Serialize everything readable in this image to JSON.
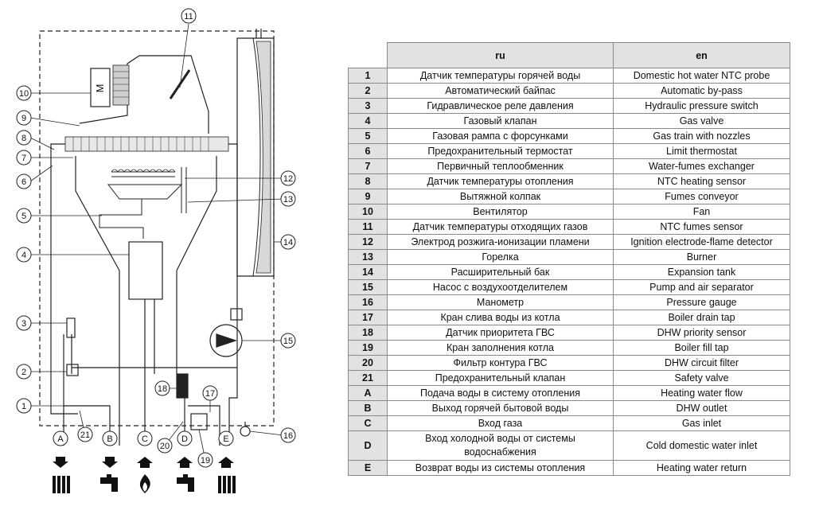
{
  "legend": {
    "headers": {
      "ru": "ru",
      "en": "en"
    },
    "rows": [
      {
        "key": "1",
        "ru": "Датчик температуры горячей воды",
        "en": "Domestic hot water NTC probe"
      },
      {
        "key": "2",
        "ru": "Автоматический байпас",
        "en": "Automatic by-pass"
      },
      {
        "key": "3",
        "ru": "Гидравлическое реле давления",
        "en": "Hydraulic pressure switch"
      },
      {
        "key": "4",
        "ru": "Газовый клапан",
        "en": "Gas valve"
      },
      {
        "key": "5",
        "ru": "Газовая рампа с форсунками",
        "en": "Gas train with nozzles"
      },
      {
        "key": "6",
        "ru": "Предохранительный термостат",
        "en": "Limit thermostat"
      },
      {
        "key": "7",
        "ru": "Первичный теплообменник",
        "en": "Water-fumes exchanger"
      },
      {
        "key": "8",
        "ru": "Датчик температуры отопления",
        "en": "NTC heating sensor"
      },
      {
        "key": "9",
        "ru": "Вытяжной колпак",
        "en": "Fumes conveyor"
      },
      {
        "key": "10",
        "ru": "Вентилятор",
        "en": "Fan"
      },
      {
        "key": "11",
        "ru": "Датчик температуры отходящих газов",
        "en": "NTC fumes sensor"
      },
      {
        "key": "12",
        "ru": "Электрод розжига-ионизации пламени",
        "en": "Ignition electrode-flame detector"
      },
      {
        "key": "13",
        "ru": "Горелка",
        "en": "Burner"
      },
      {
        "key": "14",
        "ru": "Расширительный бак",
        "en": "Expansion tank"
      },
      {
        "key": "15",
        "ru": "Насос с воздухоотделителем",
        "en": "Pump and air separator"
      },
      {
        "key": "16",
        "ru": "Манометр",
        "en": "Pressure gauge"
      },
      {
        "key": "17",
        "ru": "Кран слива воды из котла",
        "en": "Boiler drain tap"
      },
      {
        "key": "18",
        "ru": "Датчик приоритета ГВС",
        "en": "DHW priority sensor"
      },
      {
        "key": "19",
        "ru": "Кран заполнения котла",
        "en": "Boiler fill tap"
      },
      {
        "key": "20",
        "ru": "Фильтр контура ГВС",
        "en": "DHW circuit filter"
      },
      {
        "key": "21",
        "ru": "Предохранительный клапан",
        "en": "Safety valve"
      },
      {
        "key": "A",
        "ru": "Подача воды в систему отопления",
        "en": "Heating water flow"
      },
      {
        "key": "B",
        "ru": "Выход горячей бытовой воды",
        "en": "DHW outlet"
      },
      {
        "key": "C",
        "ru": "Вход газа",
        "en": "Gas inlet"
      },
      {
        "key": "D",
        "ru": "Вход холодной воды от системы водоснабжения",
        "en": "Cold domestic water inlet"
      },
      {
        "key": "E",
        "ru": "Возврат воды из системы отопления",
        "en": "Heating water return"
      }
    ]
  },
  "diagram": {
    "callouts_left": [
      "10",
      "9",
      "8",
      "7",
      "6",
      "5",
      "4",
      "3",
      "2",
      "1"
    ],
    "callouts_top": [
      "11"
    ],
    "callouts_right": [
      "12",
      "13",
      "14",
      "15",
      "16"
    ],
    "callouts_bottom": [
      "21",
      "20",
      "18",
      "17",
      "19"
    ],
    "connections": [
      "A",
      "B",
      "C",
      "D",
      "E"
    ],
    "fan_label": "M",
    "connection_icons": [
      "radiator-icon",
      "tap-icon",
      "flame-icon",
      "tap-icon",
      "radiator-icon"
    ],
    "line_color": "#222222"
  }
}
